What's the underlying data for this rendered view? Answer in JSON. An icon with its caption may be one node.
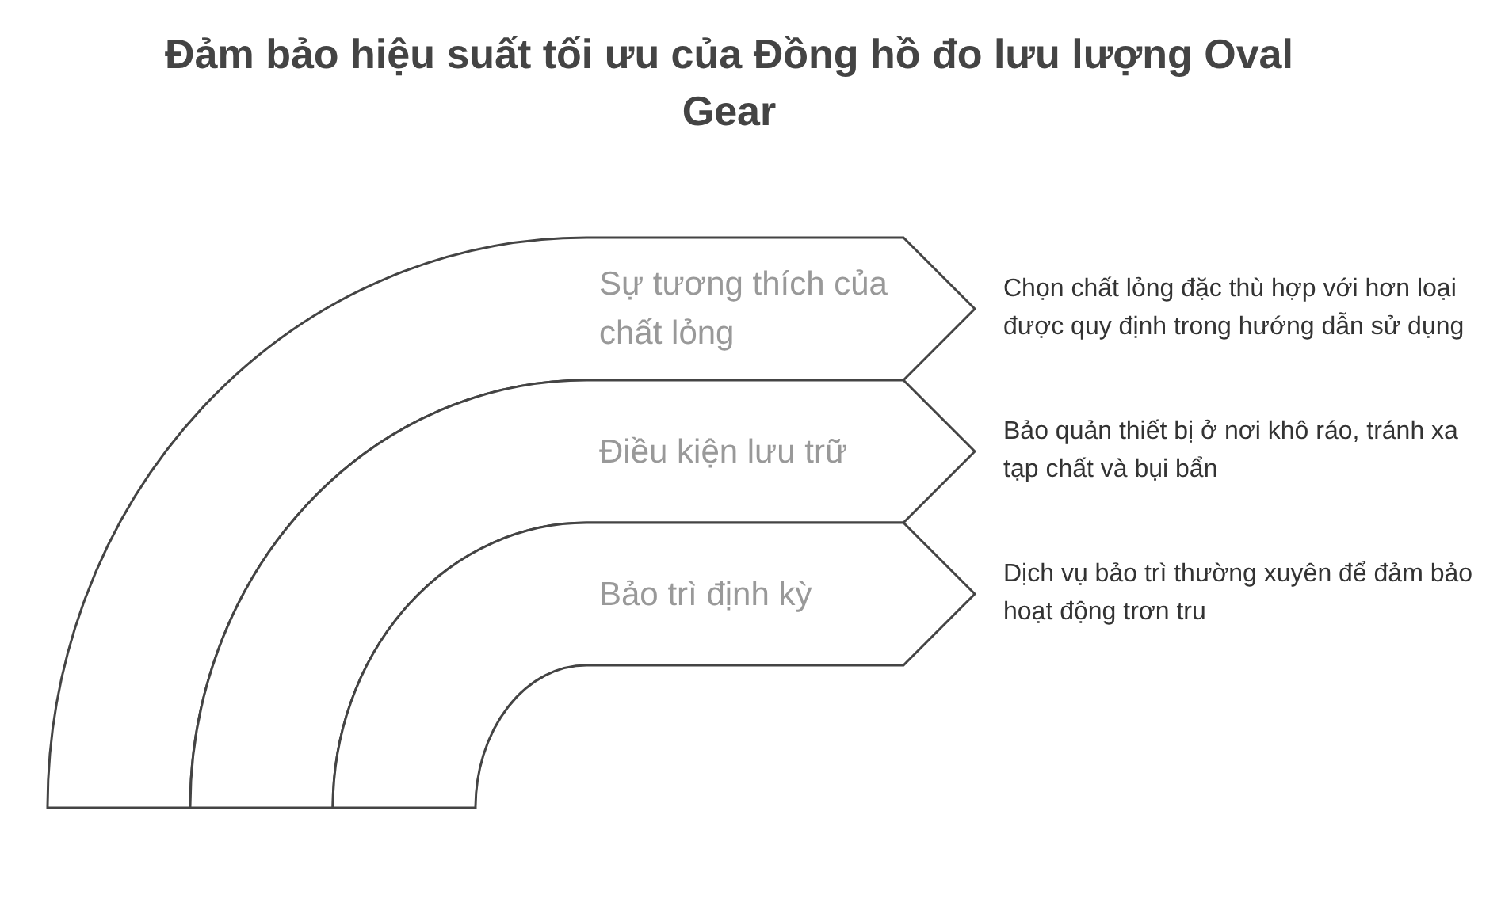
{
  "diagram": {
    "title": "Đảm bảo hiệu suất tối ưu của Đồng hồ đo lưu lượng Oval Gear",
    "nodes": [
      {
        "text": [
          "Sự tương thích của chất lỏng"
        ],
        "beside": [
          "Chọn chất lỏng đặc thù hợp với hơn loại được quy định trong hướng dẫn sử dụng"
        ]
      },
      {
        "text": [
          "Điều kiện lưu trữ"
        ],
        "beside": [
          "Bảo quản thiết bị ở nơi khô ráo, tránh xa tạp chất và bụi bẩn"
        ]
      },
      {
        "text": [
          "Bảo trì định kỳ"
        ],
        "beside": [
          "Dịch vụ bảo trì thường xuyên để đảm bảo hoạt động trơn tru"
        ]
      }
    ]
  }
}
